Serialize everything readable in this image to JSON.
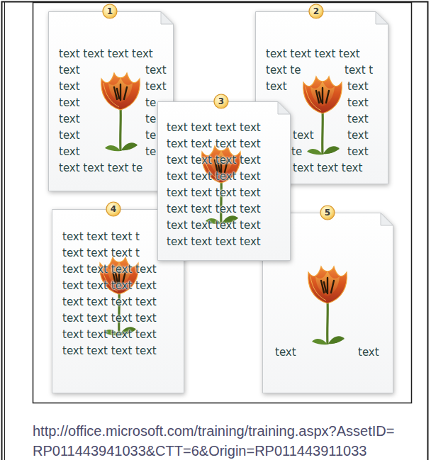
{
  "diagram": {
    "caption": "http://office.microsoft.com/training/training.aspx?AssetID= RP011443941033&CTT=6&Origin=RP011443911033",
    "nodes": [
      {
        "text": [
          "text text text text",
          "text",
          "text",
          "text",
          "text",
          "text",
          "te",
          "text",
          "te",
          "text",
          "te",
          "text",
          "te",
          "text text text te"
        ]
      },
      {
        "text": [
          "1"
        ],
        "in": 0
      },
      {
        "text": [
          "text text text text",
          "text te",
          "text t",
          "text",
          "text",
          "text",
          "text",
          "text",
          "text",
          "te",
          "text",
          "text text text"
        ]
      },
      {
        "text": [
          "2"
        ],
        "in": 2
      },
      {
        "text": [
          "text text text text",
          "text text text text",
          "text text text text",
          "text text text text",
          "text text text text",
          "text text text text",
          "text text text text",
          "text text text text"
        ]
      },
      {
        "text": [
          "3"
        ],
        "in": 4
      },
      {
        "text": [
          "text text text t",
          "text text text t",
          "text text text text",
          "text text text text",
          "text text text text",
          "text text text text",
          "text text text text",
          "text text text text"
        ]
      },
      {
        "text": [
          "4"
        ],
        "in": 6
      },
      {
        "text": [
          "text",
          "text"
        ]
      },
      {
        "text": [
          "5"
        ],
        "in": 8
      }
    ]
  }
}
